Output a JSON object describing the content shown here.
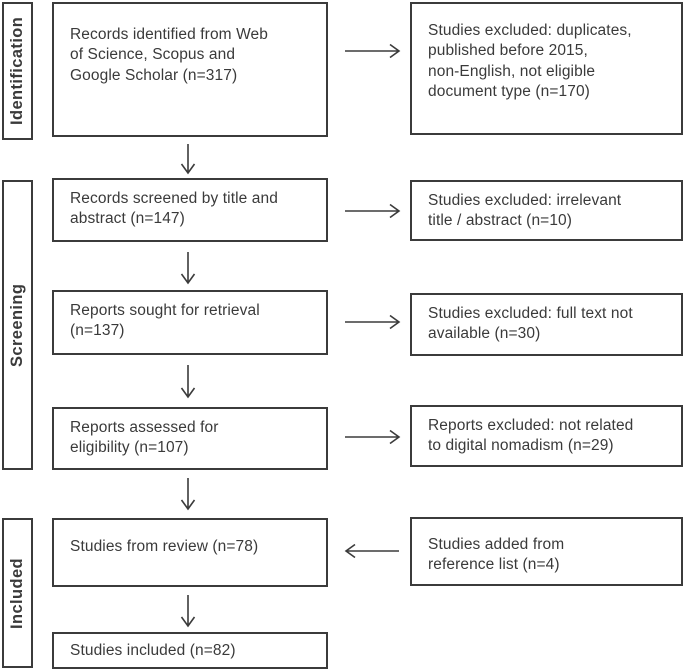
{
  "stages": {
    "identification": "Identification",
    "screening": "Screening",
    "included": "Included"
  },
  "flow": {
    "main": [
      "Records identified from Web\nof Science, Scopus and\nGoogle Scholar (n=317)",
      "Records screened by title and\nabstract (n=147)",
      "Reports sought for retrieval\n(n=137)",
      "Reports assessed for\neligibility (n=107)",
      "Studies from review (n=78)",
      "Studies included (n=82)"
    ],
    "side": [
      "Studies excluded: duplicates,\npublished before 2015,\nnon-English, not eligible\ndocument type (n=170)",
      "Studies excluded: irrelevant\ntitle / abstract (n=10)",
      "Studies excluded: full text not\navailable (n=30)",
      "Reports excluded: not related\nto digital nomadism (n=29)",
      "Studies added from\nreference list (n=4)"
    ]
  },
  "colors": {
    "border": "#3b3b3b",
    "text": "#3a3a3a",
    "background": "#ffffff"
  }
}
